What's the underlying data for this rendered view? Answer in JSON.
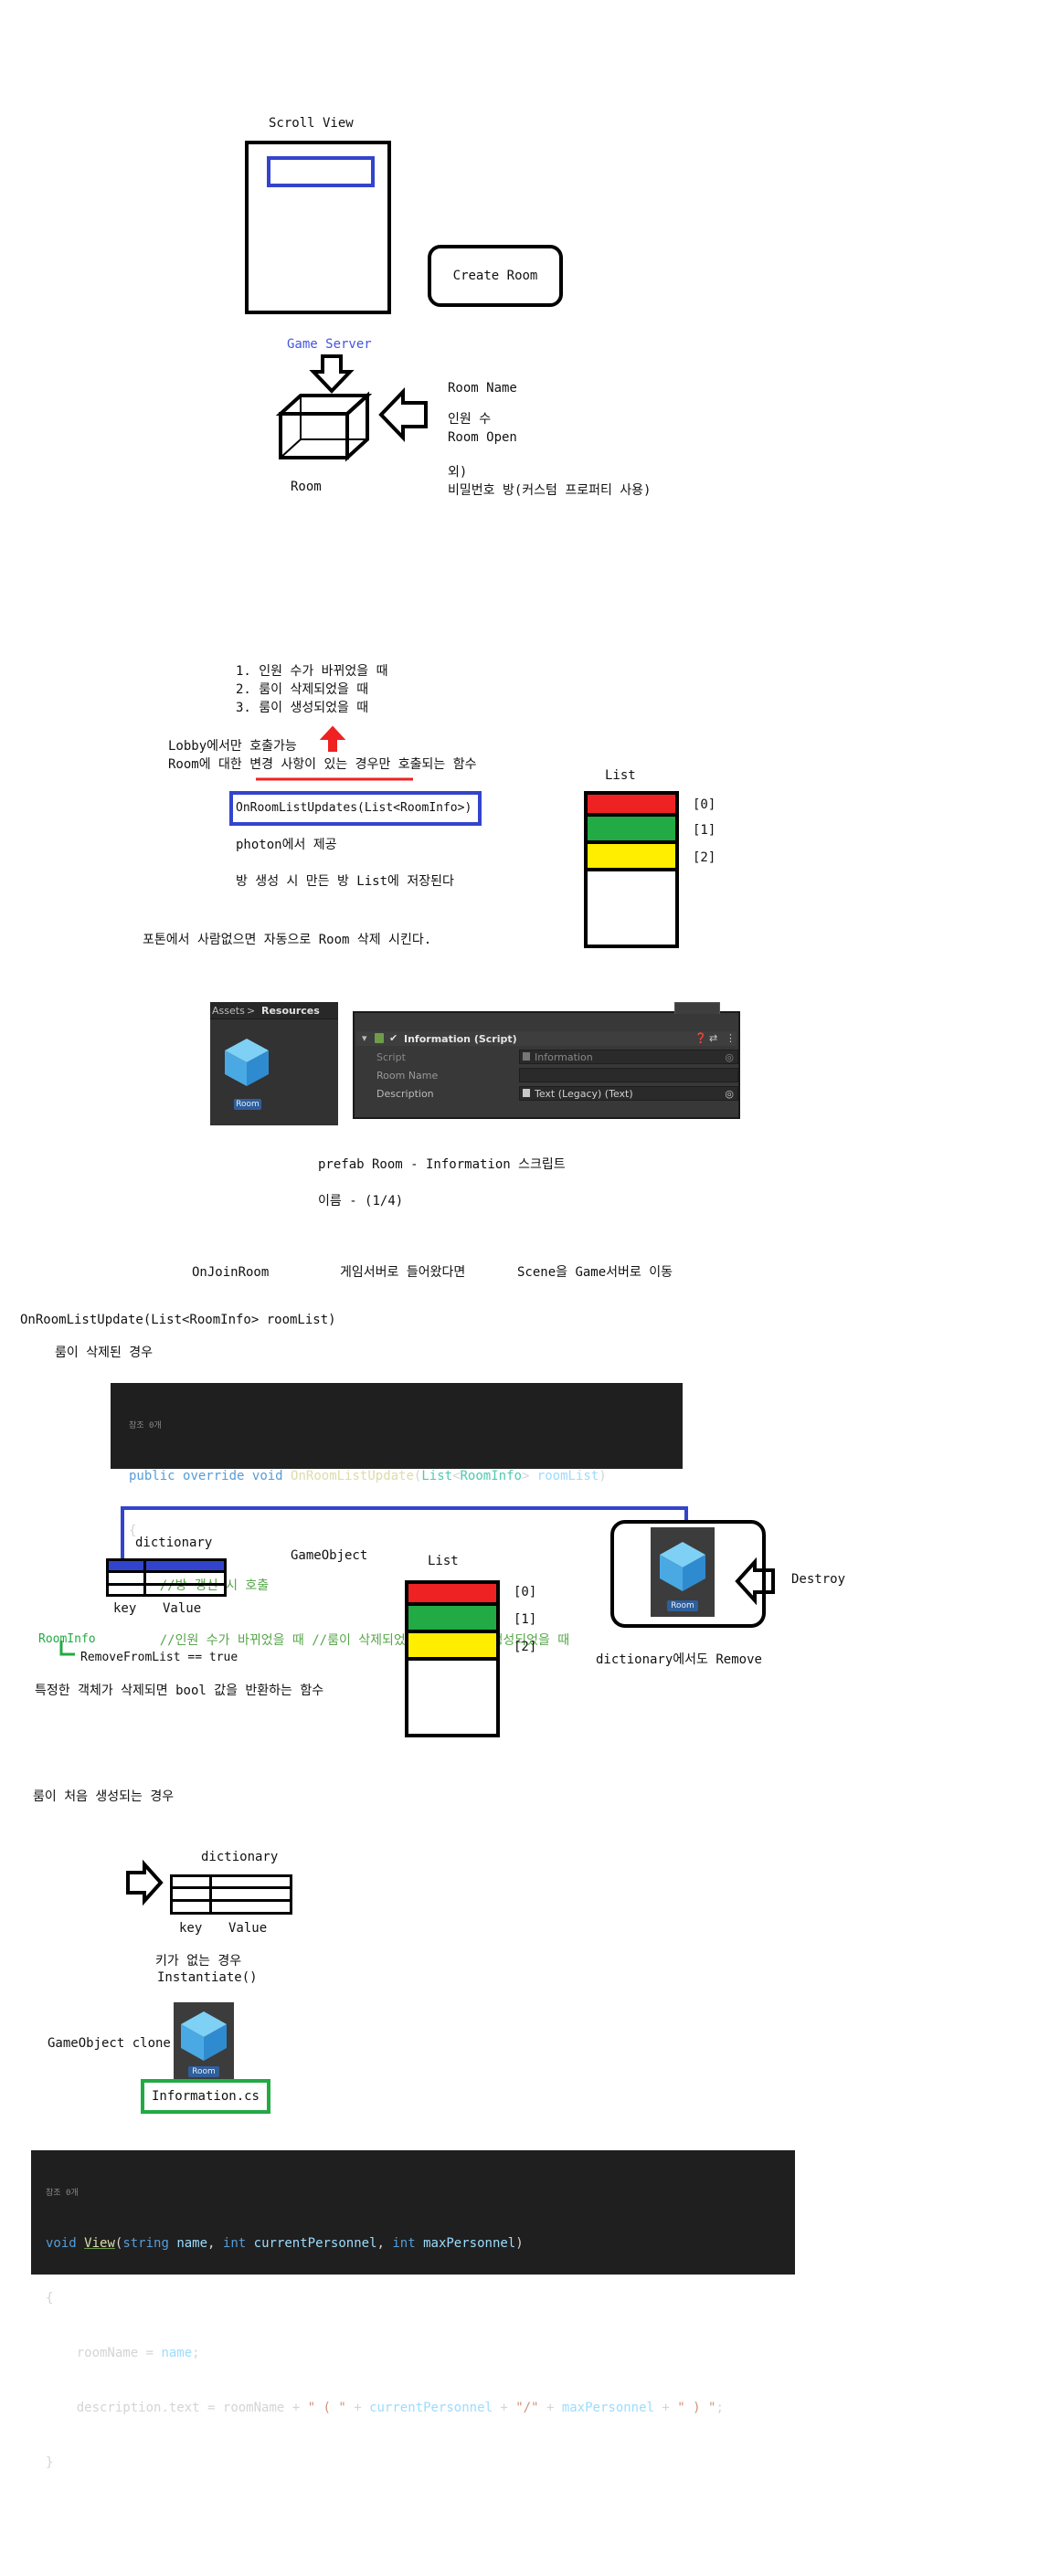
{
  "section1": {
    "scroll_view_label": "Scroll View",
    "create_room_button": "Create Room",
    "game_server_label": "Game Server",
    "room_label": "Room",
    "props": [
      "Room Name",
      "인원 수",
      "Room Open",
      "외)",
      "비밀번호 방(커스텀 프로퍼티 사용)"
    ]
  },
  "section2": {
    "conditions": [
      "1. 인원 수가 바뀌었을 때",
      "2. 룸이 삭제되었을 때",
      "3. 룸이 생성되었을 때"
    ],
    "lobby_only": "Lobby에서만 호출가능",
    "desc_prefix": "Room에 대한 ",
    "desc_underlined": "변경 사항이 있는 경우",
    "desc_suffix": "만 호출되는 함수",
    "method_box": "OnRoomListUpdates(List<RoomInfo>)",
    "photon_provided": "photon에서 제공",
    "saved_to_list": "방 생성 시 만든 방 List에 저장된다",
    "auto_delete": "포톤에서 사람없으면 자동으로 Room 삭제 시킨다.",
    "list_title": "List",
    "list_indices": [
      "[0]",
      "[1]",
      "[2]"
    ],
    "colors": {
      "red": "#ee2222",
      "green": "#22aa44",
      "yellow": "#ffee00",
      "blue": "#3344cc",
      "gamesrv": "#4455dd"
    }
  },
  "inspector": {
    "breadcrumb_assets": "Assets",
    "breadcrumb_sep": ">",
    "breadcrumb_resources": "Resources",
    "asset_label": "Room",
    "component_title": "Information (Script)",
    "rows": [
      {
        "label": "Script",
        "value": "Information"
      },
      {
        "label": "Room Name",
        "value": ""
      },
      {
        "label": "Description",
        "value": "Text (Legacy) (Text)"
      }
    ],
    "caption": "prefab Room - Information 스크립트",
    "name_format": "이름 - (1/4)"
  },
  "section3": {
    "on_join_room": "OnJoinRoom",
    "entered_game_server": "게임서버로 들어왔다면",
    "scene_move": "Scene을 Game서버로 이동",
    "signature": "OnRoomListUpdate(List<RoomInfo> roomList)",
    "room_deleted": "룸이 삭제된 경우"
  },
  "code1": {
    "ref": "참조 0개",
    "line1": {
      "public": "public",
      "override": "override",
      "void": "void",
      "name": "OnRoomListUpdate",
      "open": "(",
      "type1": "List",
      "lt": "<",
      "type2": "RoomInfo",
      "gt": "> ",
      "param": "roomList",
      "close": ")"
    },
    "line2": "{",
    "line3": "    //방 갱신 시 호출",
    "line4": "    //인원 수가 바뀌었을 때 //룸이 삭제되었을 때 //룸이 생성되었을 때"
  },
  "section4": {
    "dictionary_label": "dictionary",
    "key_label": "key",
    "value_label": "Value",
    "gameobject_label": "GameObject",
    "list_title": "List",
    "list_indices": [
      "[0]",
      "[1]",
      "[2]"
    ],
    "roominfo_label": "RoomInfo",
    "remove_from_list": "RemoveFromList == true",
    "bool_desc": "특정한 객체가 삭제되면 bool 값을 반환하는 함수",
    "destroy_label": "Destroy",
    "room_icon_label": "Room",
    "dict_remove": "dictionary에서도 Remove"
  },
  "section5": {
    "room_created": "룸이 처음 생성되는 경우",
    "dictionary_label": "dictionary",
    "key_label": "key",
    "value_label": "Value",
    "no_key": "키가 없는 경우",
    "instantiate": "Instantiate()",
    "clone_label": "GameObject clone",
    "room_icon_label": "Room",
    "info_cs": "Information.cs"
  },
  "code2": {
    "ref": "참조 0개",
    "void": "void",
    "fn": "View",
    "p1_type": "string",
    "p1": "name",
    "p2_type": "int",
    "p2": "currentPersonnel",
    "p3_type": "int",
    "p3": "maxPersonnel",
    "brace_open": "{",
    "l3_a": "roomName",
    "l3_b": "name",
    "l4_a": "description",
    "l4_b": "text",
    "l4_c": "roomName",
    "l4_s1": "\" ( \"",
    "l4_v1": "currentPersonnel",
    "l4_s2": "\"/\"",
    "l4_v2": "maxPersonnel",
    "l4_s3": "\" ) \"",
    "brace_close": "}"
  }
}
